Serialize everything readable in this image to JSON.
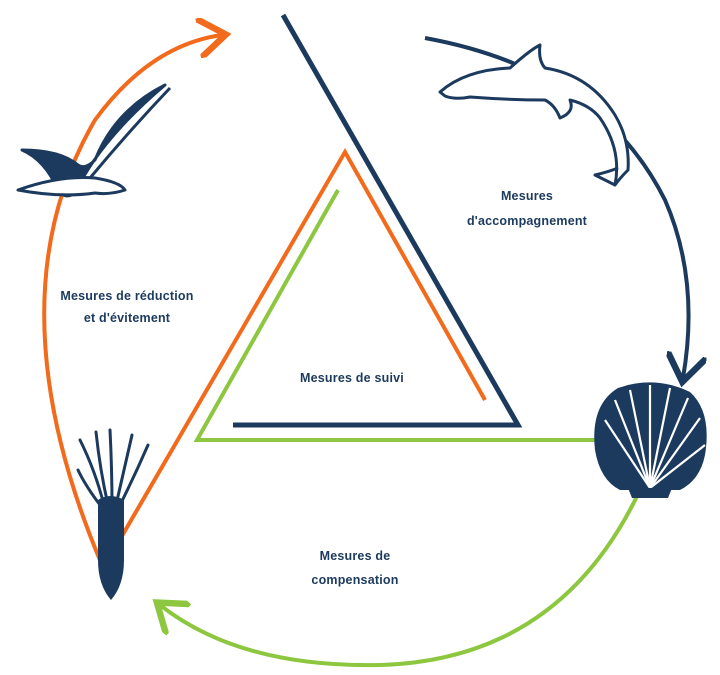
{
  "labels": {
    "accompagnement_line1": "Mesures",
    "accompagnement_line2": "d'accompagnement",
    "reduction_line1": "Mesures de réduction",
    "reduction_line2": "et d'évitement",
    "suivi": "Mesures de suivi",
    "compensation_line1": "Mesures de",
    "compensation_line2": "compensation"
  },
  "icons": [
    "seagull-icon",
    "dolphin-icon",
    "scallop-shell-icon",
    "squid-icon"
  ],
  "colors": {
    "navy": "#1c3a5e",
    "orange": "#f26a1b",
    "green": "#8dc63f",
    "text": "#1c3a5e"
  }
}
